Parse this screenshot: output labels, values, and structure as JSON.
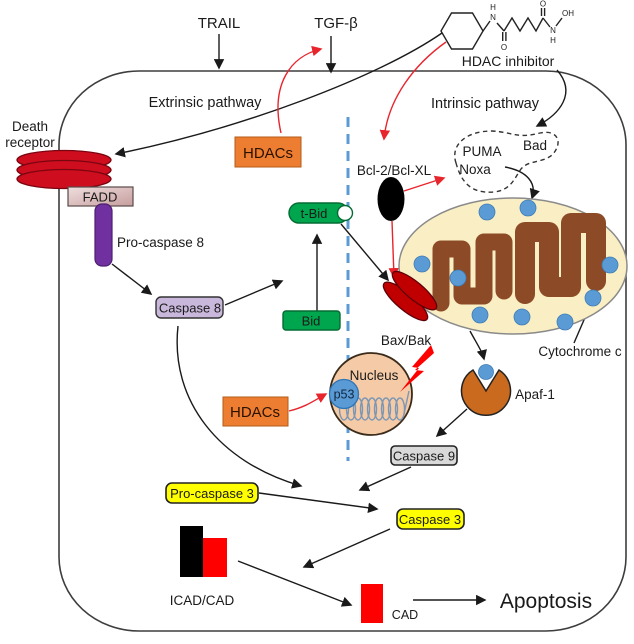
{
  "title": "Apoptosis signaling pathway with HDAC inhibition",
  "labels": {
    "trail": "TRAIL",
    "tgf_beta": "TGF-β",
    "hdac_inhibitor": "HDAC inhibitor",
    "extrinsic_pathway": "Extrinsic pathway",
    "intrinsic_pathway": "Intrinsic pathway",
    "death_receptor_line1": "Death",
    "death_receptor_line2": "receptor",
    "fadd": "FADD",
    "pro_caspase_8": "Pro-caspase 8",
    "caspase_8": "Caspase 8",
    "hdacs_top": "HDACs",
    "hdacs_nucleus": "HDACs",
    "t_bid": "t-Bid",
    "bid": "Bid",
    "bcl2": "Bcl-2/Bcl-XL",
    "puma": "PUMA",
    "noxa": "Noxa",
    "bad": "Bad",
    "bax_bak": "Bax/Bak",
    "cytochrome_c": "Cytochrome c",
    "nucleus": "Nucleus",
    "p53": "p53",
    "apaf_1": "Apaf-1",
    "caspase_9": "Caspase 9",
    "pro_caspase_3": "Pro-caspase 3",
    "caspase_3": "Caspase 3",
    "icad_cad": "ICAD/CAD",
    "cad": "CAD",
    "apoptosis": "Apoptosis"
  },
  "molecule": {
    "atoms": {
      "h1": "H",
      "n1": "N",
      "o1": "O",
      "o2": "O",
      "n2": "N",
      "h2": "H",
      "oh": "OH"
    }
  },
  "palette": {
    "red_arrow": "#e8252d",
    "orange": "#ED7D31",
    "green": "#00A64E",
    "yellow": "#FFFF00",
    "receptor_red": "#CE0E1E",
    "fadd_pink": "#DCC0C0",
    "purple": "#7030A0",
    "lavender": "#C9B8DC",
    "bcl2_black": "#000000",
    "mito_fill": "#FAEFC4",
    "cristae_brown": "#8C4B26",
    "cytc_blue": "#5B9BD5",
    "baxbak_red": "#C00000",
    "nucleus_fill": "#F4CBA6",
    "apaf_orange": "#C96A1F",
    "gray_box": "#D9D9D9",
    "cad_red": "#FF0000",
    "icad_black": "#000000",
    "dashed_blue": "#5B9BD5"
  }
}
